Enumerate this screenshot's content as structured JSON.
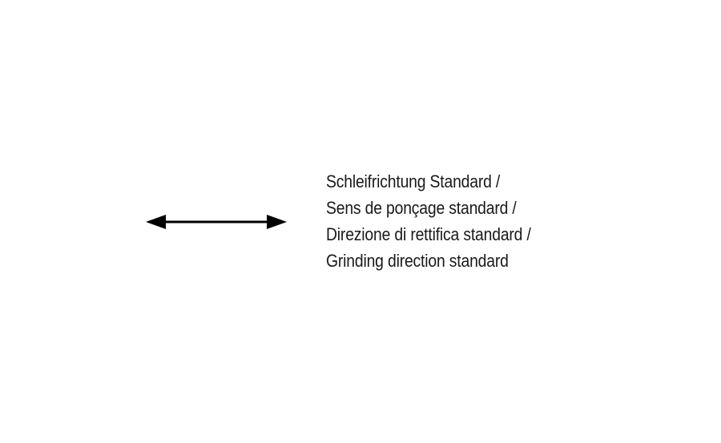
{
  "diagram": {
    "arrow": {
      "icon": "double-headed-arrow-icon",
      "color": "#000000"
    },
    "label_lines": [
      "Schleifrichtung Standard /",
      "Sens de ponçage standard /",
      "Direzione di rettifica standard /",
      "Grinding direction standard"
    ]
  }
}
